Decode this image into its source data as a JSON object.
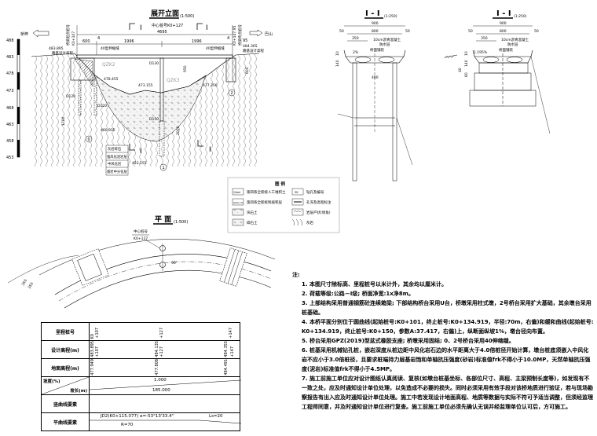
{
  "elevation": {
    "title": "展开立面",
    "scale": "(1:500)",
    "scale_bar": [
      "488",
      "483",
      "478",
      "473",
      "468",
      "463",
      "458",
      "453"
    ],
    "to_left": "桥梓",
    "to_right": "巴山",
    "start_station_label": "桥梁起点桩号",
    "start_station": "K0+107",
    "end_station_label": "桥梁终点桩号",
    "end_station": "K0+147.95",
    "center_label": "中心桩号K0+127",
    "section_mark": "I",
    "dim_total": "4695",
    "dim_left": "600",
    "dim_span1": "1996",
    "dim_span2": "1996",
    "dim_gap_l": "4",
    "dim_gap_r": "4",
    "dim_end": "95",
    "elev_left": "483.895",
    "elev_left_label": "路基设计高程",
    "elev_right": "484.365",
    "elev_right_label": "路基设计高程",
    "joint_left": "40型伸缩缝",
    "joint_right": "40型伸缩缝",
    "borehole1": "QZK2",
    "borehole2": "QZK3",
    "pier_dia": "D130",
    "pile_dia1": "D120",
    "pile_dia2": "D120",
    "pile_dia3": "D150",
    "dim_950": "950",
    "dim_1700": "1700",
    "dim_2000": "2000",
    "dim_600": "600",
    "elev_a": "473.155",
    "elev_b": "477.356",
    "elev_c": "478.455",
    "elev_d": "460.935",
    "elev_e": "453.155",
    "pier_no_0": "0",
    "pier_no_1": "1",
    "pier_no_2": "2",
    "strata": [
      "灰岩碎石",
      "强风化泥岩层",
      "中风化岩",
      "基岩中分化层"
    ]
  },
  "section_left": {
    "title": "I - I",
    "scale": "(1:250)",
    "dim_total": "900",
    "dim_inner": "800",
    "dim_edge_l": "50",
    "dim_edge_r": "50",
    "dim_half": "350",
    "dim_pier": "490",
    "dim_10": "10",
    "dim_140": "140",
    "slope": "2%",
    "layer1": "10cm沥青混凝土",
    "layer2": "防水层",
    "layer3": "桥面铺装"
  },
  "section_right": {
    "title": "I - I",
    "scale": "(1:250)",
    "dim_total": "900",
    "dim_inner": "800",
    "dim_edge_l": "50",
    "dim_edge_r": "50",
    "dim_half": "350",
    "dim_10": "10",
    "dim_140": "140",
    "dim_40": "40",
    "dim_60": "60",
    "slope": "1.195%",
    "layer1": "10cm沥青混凝土",
    "layer2": "防水层",
    "layer3": "桥面铺装"
  },
  "legend": {
    "title": "图 例",
    "items": [
      {
        "symbol": "Q4ml",
        "label": "第四系全新统人工堆积土"
      },
      {
        "symbol": "Q4el+dl",
        "label": "第四系全新统残坡积层"
      },
      {
        "symbol": "",
        "label": "块石土"
      },
      {
        "symbol": "",
        "label": "碎石土"
      },
      {
        "symbol": "ZK",
        "label": "钻孔及编号"
      },
      {
        "symbol": "",
        "label": "孔深及高程标注"
      },
      {
        "symbol": "",
        "label": "岩层产状(倾角)"
      },
      {
        "symbol": "",
        "label": "灰岩"
      }
    ]
  },
  "plan": {
    "title": "平 面",
    "scale": "(1:500)",
    "center_label": "中心桩号",
    "center_station": "K0+127",
    "angle": "90°",
    "dim_a": "350",
    "dim_b": "350"
  },
  "notes": {
    "heading": "注:",
    "lines": [
      "1. 本图尺寸除标高、里程桩号以米计外，其余均以厘米计。",
      "2. 荷载等级:公路－Ⅰ级; 桥面净宽:1x净8m。",
      "3. 上部结构采用普通钢筋砼连续箱梁; 下部结构桥台采用U台，桥墩采用柱式墩，2号桥台采用扩大基础，其余墩台采用桩基础。",
      "4. 本桥平面分别位于圆曲线(起始桩号:K0+101，终止桩号:K0+134.919，半径:70m，右偏)和缓和曲线(起始桩号:K0+134.919，",
      "终止桩号:K0+150，参数A:37.417，右偏)上，纵断面纵坡1%，墩台径向布置。",
      "5. 桥台采用GPZ(2019)型盆式橡胶支座; 桥墩采用固结; 0、2号桥台采用40伸缩缝。",
      "6. 桩基采用机械钻孔桩，嵌岩深度从桩边距中风化岩石边的水平距离大于4.0倍桩径开始计算，墩台桩底须嵌入中风化岩不应小于3.0",
      "倍桩径，且要求桩端持力层基岩饱和单轴抗压强度(砂岩)标准值frk不得小于10.0MP，天然单轴抗压强度(泥岩)标准值frk不得",
      "小于4.5MP。",
      "7. 施工前施工单位应对设计图纸认真阅读、复核(如墩台桩基坐标、各部位尺寸、高程、主梁预制长度等)，如发现有不一致之处，应及",
      "时通知设计单位处理，以免造成不必要的损失。同时必须采用有效手段对该桥地质进行验证，若与现场勘察报告有出入应及时通知设计单",
      "位处理。施工中若发现设计地面高程、地质等数据与实际不符可予适当调整，但须经监理工程师同意，并及时通知设计单位进行复查。",
      "施工前施工单位必须先确认无误并经监理单位认可后，方可施工。"
    ]
  },
  "profile_table": {
    "row_labels": [
      "里程桩号",
      "设计高程(m)",
      "地面高程(m)",
      "坡度(%)",
      "坡长(m)",
      "竖曲线要素",
      "平曲线要素"
    ],
    "stations": [
      "K0",
      "+107",
      "+127",
      "+147"
    ],
    "design_elev": [
      {
        "value": "483.895",
        "station": "+107"
      },
      {
        "value": "484.135",
        "station": "+127"
      },
      {
        "value": "484.355",
        "station": "+147"
      }
    ],
    "ground_elev": [
      "477.949",
      "477.808",
      "484.491"
    ],
    "slope": "1.000",
    "slope_length": "185.000",
    "curve_jd": "JD2(K0+115.077)  α=-53°13'33.4\"",
    "curve_r": "R=70",
    "curve_ls": "Ls=20"
  }
}
